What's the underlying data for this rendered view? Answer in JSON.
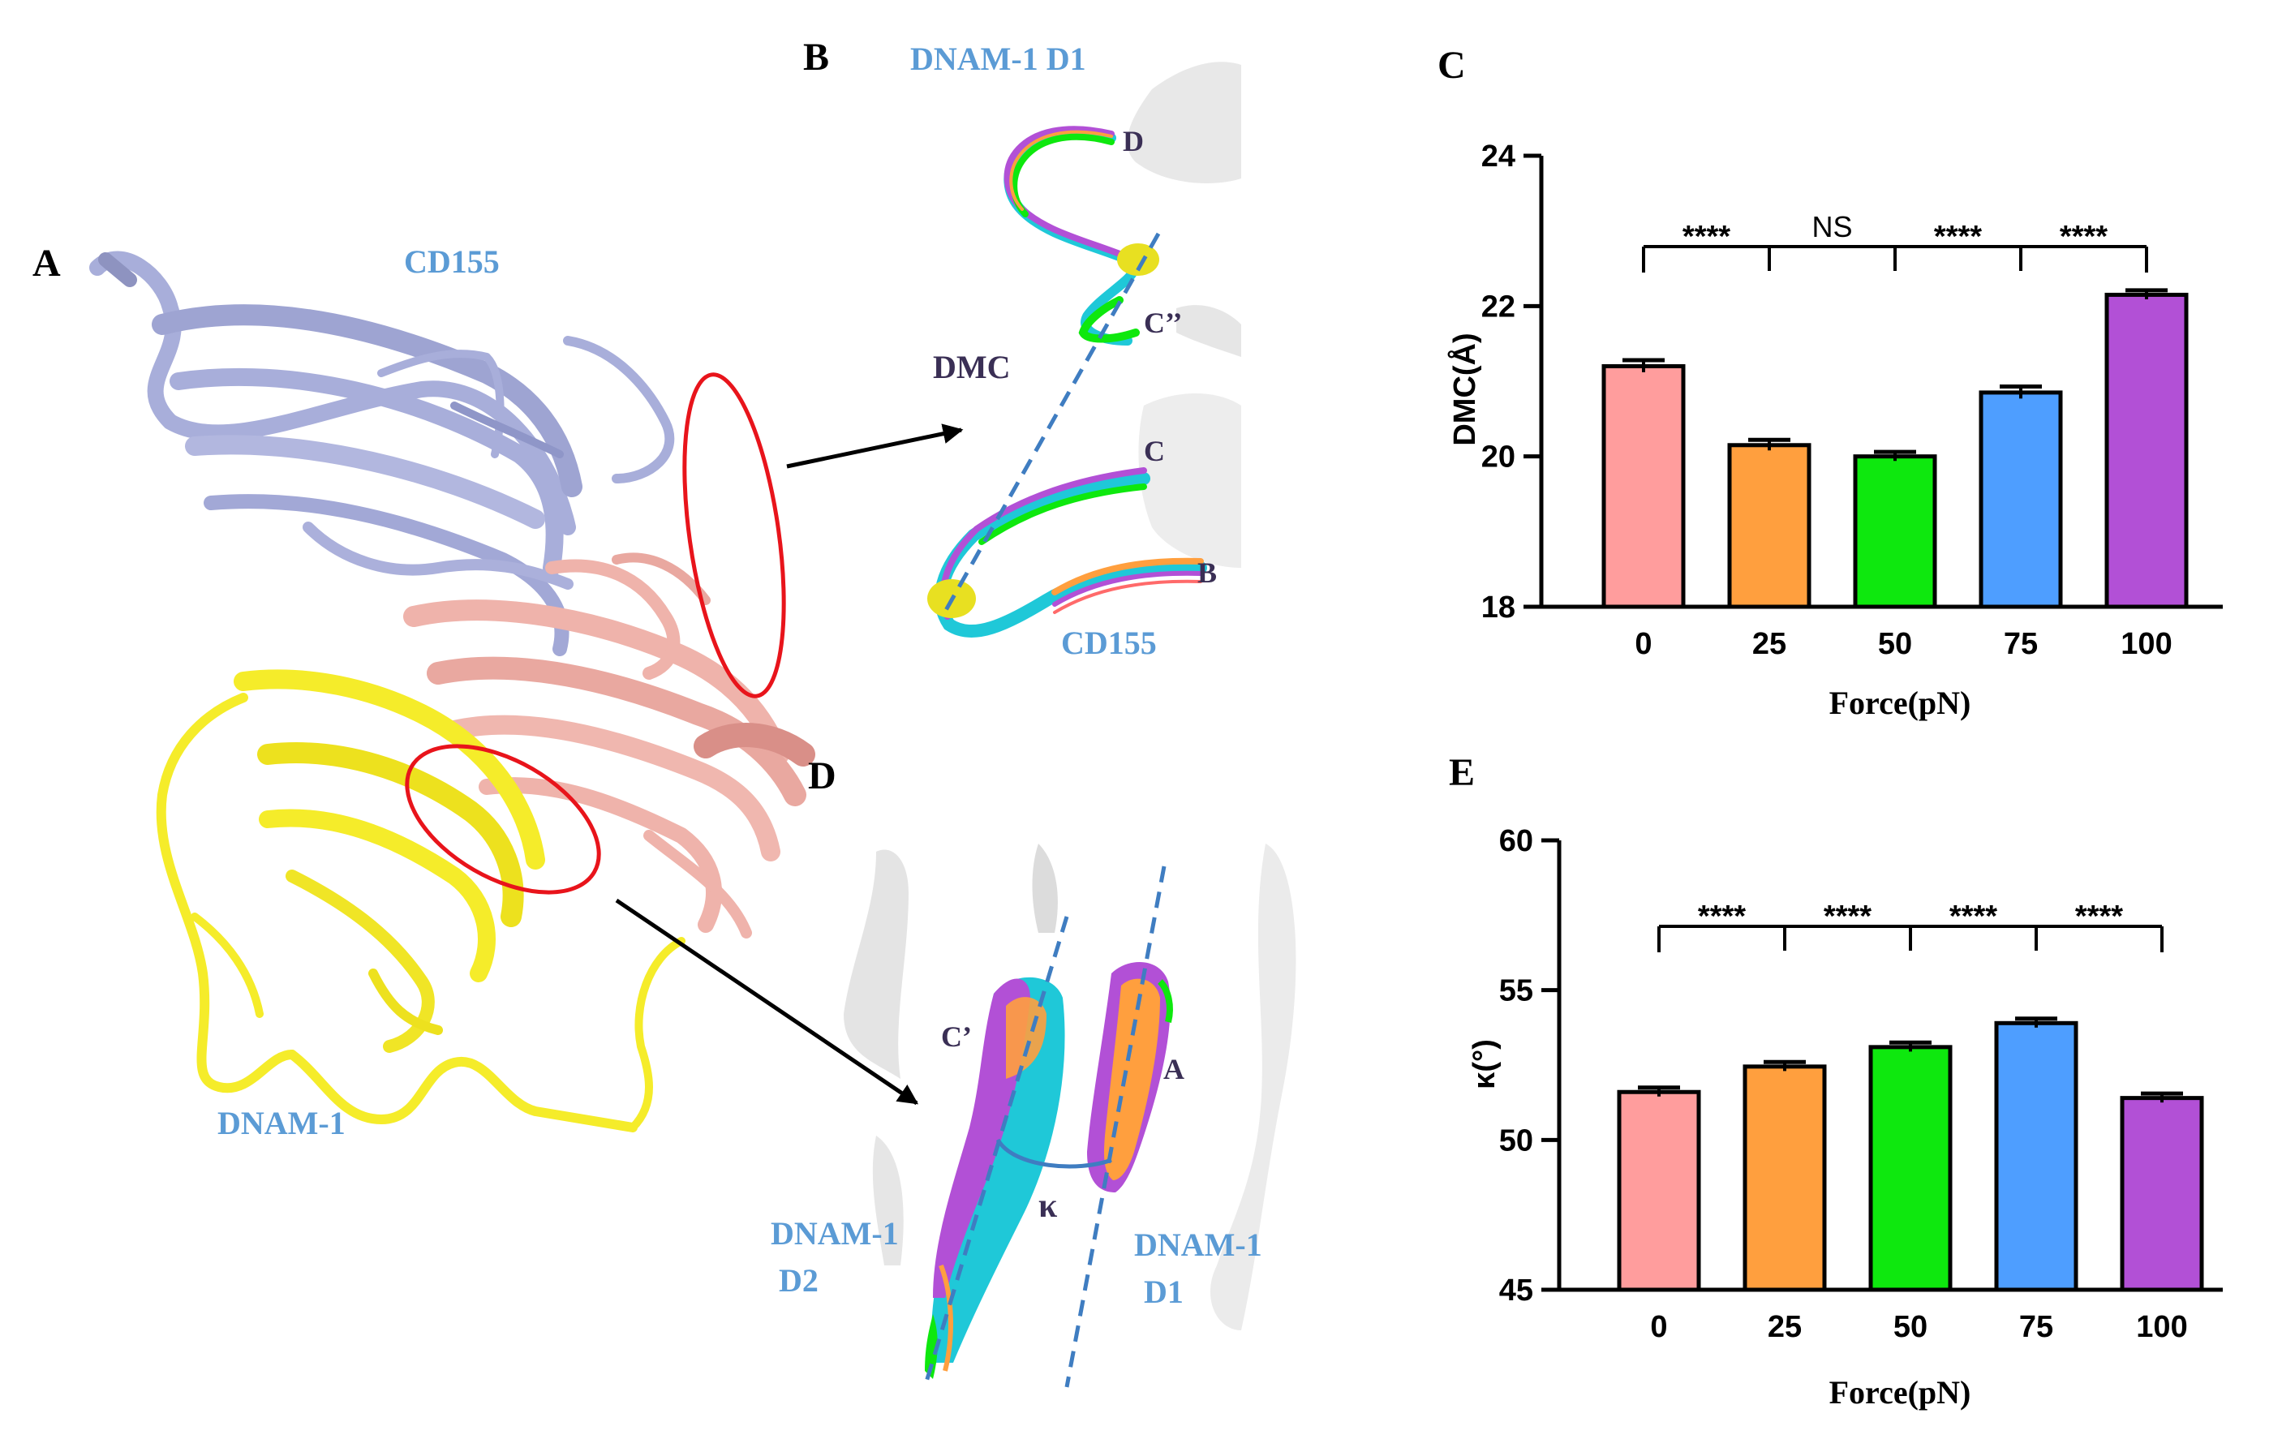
{
  "panel_labels": {
    "a": "A",
    "b": "B",
    "c": "C",
    "d": "D",
    "e": "E"
  },
  "structure_labels": {
    "cd155_top": "CD155",
    "dnam1_main": "DNAM-1",
    "b_title": "DNAM-1 D1",
    "b_dmc": "DMC",
    "b_strand_d": "D",
    "b_strand_c2": "C’’",
    "b_strand_c": "C",
    "b_strand_b": "B",
    "b_cd155": "CD155",
    "d_c1": "C’",
    "d_a": "A",
    "d_kappa": "κ",
    "d_d2_line1": "DNAM-1",
    "d_d2_line2": "D2",
    "d_d1_line1": "DNAM-1",
    "d_d1_line2": "D1"
  },
  "colors": {
    "force0": "#FF9D9D",
    "force25": "#FF9F3E",
    "force50": "#0EE80E",
    "force75": "#4E9EFF",
    "force100": "#B250D6",
    "cd155_ribbon": "#A8AEDA",
    "dnam1_d1_ribbon": "#EFB3AB",
    "dnam1_ribbon": "#F5EC2A",
    "ellipse": "#E8141B",
    "label_blue": "#5B9BD5",
    "label_dark": "#3A2F55"
  },
  "chart_data": [
    {
      "type": "bar",
      "categories": [
        "0",
        "25",
        "50",
        "75",
        "100"
      ],
      "values": [
        21.2,
        20.15,
        20.0,
        20.85,
        22.15
      ],
      "errors": [
        0.08,
        0.07,
        0.06,
        0.08,
        0.06
      ],
      "xlabel": "Force(pN)",
      "ylabel": "DMC(Å)",
      "ylim": [
        18,
        24
      ],
      "yticks": [
        "18",
        "20",
        "22",
        "24"
      ],
      "significance": [
        "****",
        "NS",
        "****",
        "****"
      ],
      "grid": false
    },
    {
      "type": "bar",
      "categories": [
        "0",
        "25",
        "50",
        "75",
        "100"
      ],
      "values": [
        51.6,
        52.45,
        53.1,
        53.9,
        51.4
      ],
      "errors": [
        0.15,
        0.15,
        0.15,
        0.15,
        0.15
      ],
      "xlabel": "Force(pN)",
      "ylabel": "κ(°)",
      "ylim": [
        45,
        60
      ],
      "yticks": [
        "45",
        "50",
        "55",
        "60"
      ],
      "significance": [
        "****",
        "****",
        "****",
        "****"
      ],
      "grid": false
    }
  ]
}
